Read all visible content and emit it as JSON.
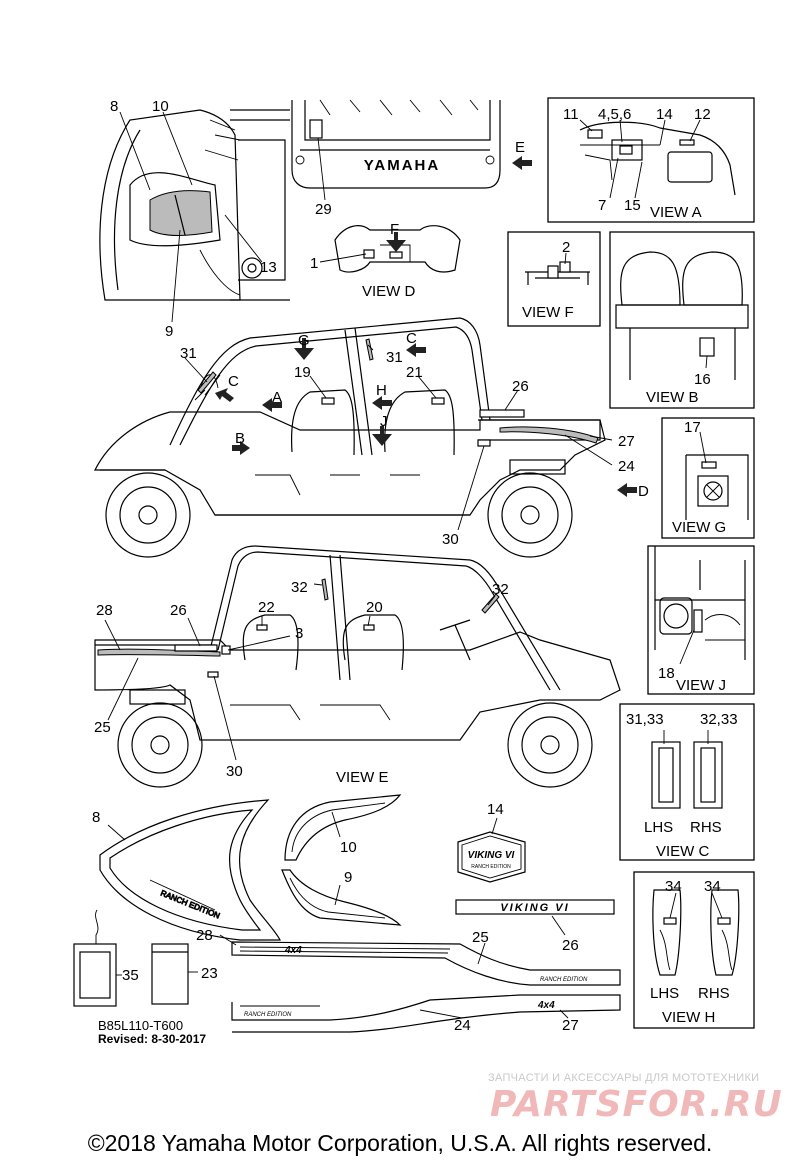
{
  "callouts": {
    "c1": "1",
    "c2": "2",
    "c3": "3",
    "c456": "4,5,6",
    "c7": "7",
    "c8a": "8",
    "c8b": "8",
    "c9a": "9",
    "c9b": "9",
    "c10a": "10",
    "c10b": "10",
    "c11": "11",
    "c12": "12",
    "c13": "13",
    "c14a": "14",
    "c14b": "14",
    "c15": "15",
    "c16": "16",
    "c17": "17",
    "c18": "18",
    "c19": "19",
    "c20": "20",
    "c21": "21",
    "c22": "22",
    "c23": "23",
    "c24a": "24",
    "c24b": "24",
    "c25a": "25",
    "c25b": "25",
    "c26a": "26",
    "c26b": "26",
    "c26c": "26",
    "c27a": "27",
    "c27b": "27",
    "c28a": "28",
    "c28b": "28",
    "c29": "29",
    "c30a": "30",
    "c30b": "30",
    "c31a": "31",
    "c31b": "31",
    "c32a": "32",
    "c32b": "32",
    "c3133": "31,33",
    "c3233": "32,33",
    "c34a": "34",
    "c34b": "34",
    "c35": "35"
  },
  "arrows": {
    "a": "A",
    "b": "B",
    "c1": "C",
    "c2": "C",
    "d": "D",
    "e": "E",
    "f": "F",
    "g": "G",
    "h": "H",
    "j": "J"
  },
  "views": {
    "a": "VIEW A",
    "b": "VIEW B",
    "c": "VIEW C",
    "d": "VIEW D",
    "e": "VIEW E",
    "f": "VIEW F",
    "g": "VIEW G",
    "h": "VIEW H",
    "j": "VIEW J"
  },
  "sides": {
    "lhs_c": "LHS",
    "rhs_c": "RHS",
    "lhs_h": "LHS",
    "rhs_h": "RHS"
  },
  "decals": {
    "viking_badge": "VIKING VI",
    "badge_sub": "RANCH EDITION",
    "viking_stripe": "VIKING VI",
    "ranch_edition": "RANCH EDITION",
    "four_by_four": "4x4",
    "yamaha": "YAMAHA"
  },
  "document": {
    "code": "B85L110-T600",
    "revised": "Revised: 8-30-2017",
    "copyright": "©2018 Yamaha Motor Corporation, U.S.A. All rights reserved."
  },
  "watermark": {
    "tagline": "ЗАПЧАСТИ И АКСЕССУАРЫ ДЛЯ МОТОТЕХНИКИ",
    "logo": "PARTSFOR.RU"
  }
}
